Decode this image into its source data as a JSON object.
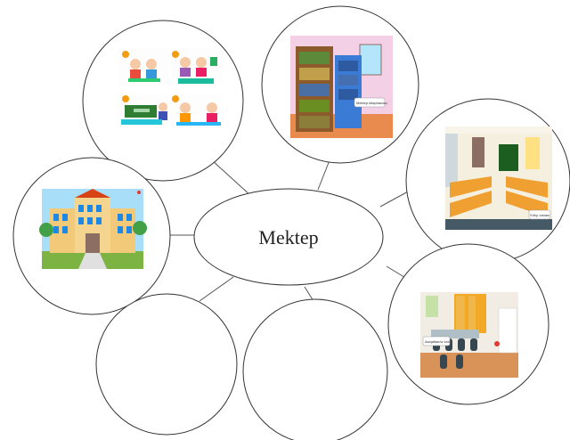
{
  "center": {
    "label": "Mektep"
  },
  "bubbles": [
    {
      "id": "children-activities",
      "picture": "children-activities-picture"
    },
    {
      "id": "library",
      "picture": "library-picture",
      "caption": "Mektep kitaphanası"
    },
    {
      "id": "classroom",
      "picture": "classroom-picture",
      "caption": "Sıñıp xanası"
    },
    {
      "id": "school-building",
      "picture": "school-building-picture"
    },
    {
      "id": "dining-room",
      "picture": "dining-room-picture",
      "caption": "Awqatlanıw zalı"
    },
    {
      "id": "empty-1"
    },
    {
      "id": "empty-2"
    }
  ],
  "colors": {
    "outline": "#333333",
    "connector": "#555555"
  }
}
